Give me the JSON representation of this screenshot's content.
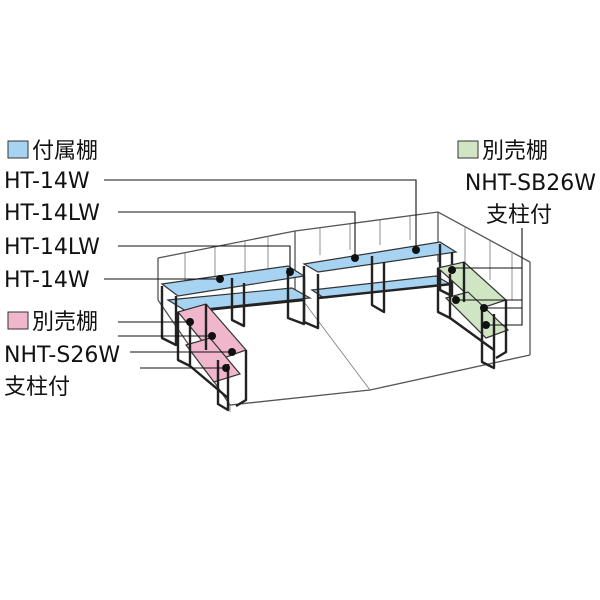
{
  "legend": {
    "included": {
      "swatch_color": "#a7d3f2",
      "label": "付属棚"
    },
    "sold_right": {
      "swatch_color": "#cfe5c4",
      "label": "別売棚",
      "model": "NHT-SB26W",
      "note": "支柱付"
    },
    "sold_left": {
      "swatch_color": "#f0b7cc",
      "label": "別売棚",
      "model": "NHT-S26W",
      "note": "支柱付"
    }
  },
  "models": [
    "HT-14W",
    "HT-14LW",
    "HT-14LW",
    "HT-14W"
  ]
}
